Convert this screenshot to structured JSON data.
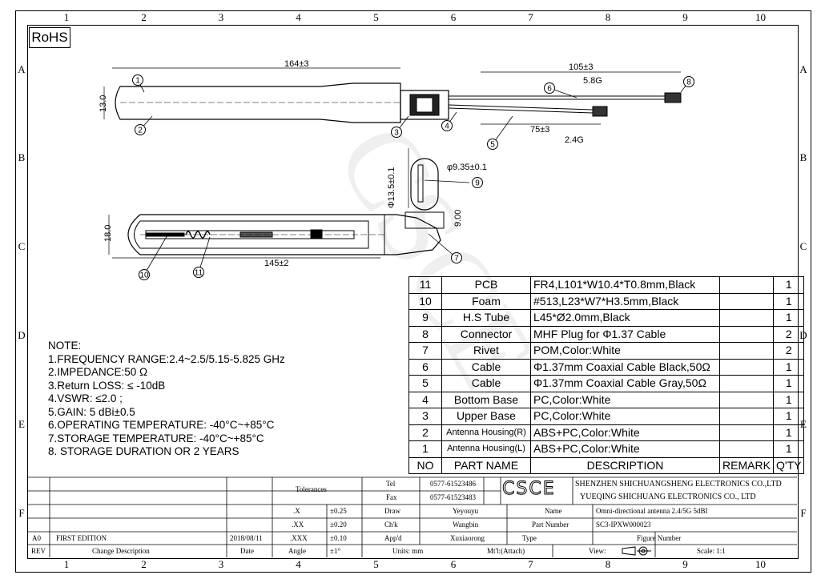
{
  "zones": {
    "columns": [
      "1",
      "2",
      "3",
      "4",
      "5",
      "6",
      "7",
      "8",
      "9",
      "10"
    ],
    "rows": [
      "A",
      "B",
      "C",
      "D",
      "E",
      "F"
    ]
  },
  "rohs": "RoHS",
  "watermark": "CSCE",
  "dims": {
    "total_length": "164±3",
    "cable_long": "105±3",
    "cable_short": "75±3",
    "height": "13.0",
    "width18": "18.0",
    "housing_len": "145±2",
    "diam": "Φ13.5±0.1",
    "rivet": "φ9.35±0.1",
    "nine": "9.00",
    "freq_58": "5.8G",
    "freq_24": "2.4G"
  },
  "callouts": [
    "1",
    "2",
    "3",
    "4",
    "5",
    "6",
    "7",
    "8",
    "9",
    "10",
    "11"
  ],
  "bom": {
    "rows": [
      {
        "no": "11",
        "part": "PCB",
        "desc": "FR4,L101*W10.4*T0.8mm,Black",
        "remark": "",
        "qty": "1"
      },
      {
        "no": "10",
        "part": "Foam",
        "desc": "#513,L23*W7*H3.5mm,Black",
        "remark": "",
        "qty": "1"
      },
      {
        "no": "9",
        "part": "H.S Tube",
        "desc": "L45*Ø2.0mm,Black",
        "remark": "",
        "qty": "1"
      },
      {
        "no": "8",
        "part": "Connector",
        "desc": "MHF Plug for Φ1.37 Cable",
        "remark": "",
        "qty": "2"
      },
      {
        "no": "7",
        "part": "Rivet",
        "desc": "POM,Color:White",
        "remark": "",
        "qty": "2"
      },
      {
        "no": "6",
        "part": "Cable",
        "desc": "Φ1.37mm Coaxial Cable Black,50Ω",
        "remark": "",
        "qty": "1"
      },
      {
        "no": "5",
        "part": "Cable",
        "desc": "Φ1.37mm Coaxial Cable Gray,50Ω",
        "remark": "",
        "qty": "1"
      },
      {
        "no": "4",
        "part": "Bottom Base",
        "desc": "PC,Color:White",
        "remark": "",
        "qty": "1"
      },
      {
        "no": "3",
        "part": "Upper Base",
        "desc": "PC,Color:White",
        "remark": "",
        "qty": "1"
      },
      {
        "no": "2",
        "part": "Antenna Housing(R)",
        "desc": "ABS+PC,Color:White",
        "remark": "",
        "qty": "1"
      },
      {
        "no": "1",
        "part": "Antenna Housing(L)",
        "desc": "ABS+PC,Color:White",
        "remark": "",
        "qty": "1"
      }
    ],
    "header": {
      "no": "NO",
      "part": "PART NAME",
      "desc": "DESCRIPTION",
      "remark": "REMARK",
      "qty": "Q'TY"
    }
  },
  "notes": {
    "title": "NOTE:",
    "items": [
      "1.FREQUENCY RANGE:2.4~2.5/5.15-5.825 GHz",
      "2.IMPEDANCE:50 Ω",
      "3.Return LOSS: ≤ -10dB",
      "4.VSWR: ≤2.0 ;",
      "5.GAIN: 5 dBi±0.5",
      "6.OPERATING TEMPERATURE: -40°C~+85°C",
      "7.STORAGE TEMPERATURE: -40°C~+85°C",
      "8. STORAGE DURATION OR 2 YEARS"
    ]
  },
  "title_block": {
    "tolerances": "Tolerances",
    "tol": [
      {
        "label": ".X",
        "value": "±0.25"
      },
      {
        "label": ".XX",
        "value": "±0.20"
      },
      {
        "label": ".XXX",
        "value": "±0.10"
      },
      {
        "label": "Angle",
        "value": "±1°"
      }
    ],
    "tel_label": "Tel",
    "tel": "0577-61523486",
    "fax_label": "Fax",
    "fax": "0577-61523483",
    "logo": "CSCE",
    "company1": "SHENZHEN SHICHUANGSHENG ELECTRONICS CO.,LTD",
    "company2": "YUEQING SHICHUANG ELECTRONICS CO., LTD",
    "draw_label": "Draw",
    "draw": "Yeyouyu",
    "chk_label": "Ch'k",
    "chk": "Wangbin",
    "appd_label": "App'd",
    "appd": "Xuxiaorong",
    "name_label": "Name",
    "name": "Omni-directional antenna 2.4/5G 5dBI",
    "partno_label": "Part Number",
    "partno": "SC3-IPXW000023",
    "type_label": "Type",
    "figure_label": "Figure Number",
    "units": "Units: mm",
    "mtl": "Mt'l:(Attach)",
    "view": "View:",
    "scale": "Scale: 1:1",
    "rev_a0": "A0",
    "first_edition": "FIRST EDITION",
    "rev_date": "2018/08/11",
    "rev_label": "REV",
    "change_desc": "Change Description",
    "date_label": "Date"
  }
}
